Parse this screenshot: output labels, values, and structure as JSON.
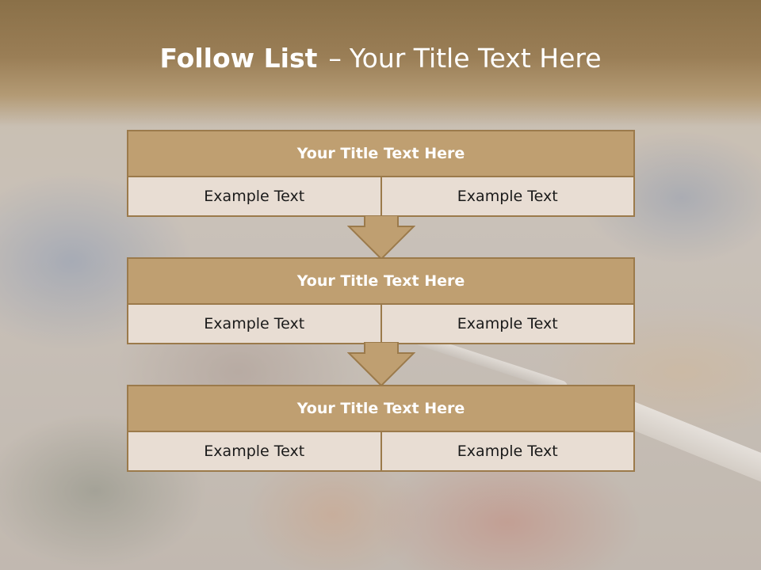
{
  "slide": {
    "title_bold": "Follow List",
    "title_dash": "–",
    "title_rest": "Your Title Text Here"
  },
  "blocks": [
    {
      "title": "Your Title Text Here",
      "left": "Example Text",
      "right": "Example Text"
    },
    {
      "title": "Your Title Text Here",
      "left": "Example Text",
      "right": "Example Text"
    },
    {
      "title": "Your Title Text Here",
      "left": "Example Text",
      "right": "Example Text"
    }
  ],
  "colors": {
    "header": "#8a7048",
    "block_title": "#bf9f71",
    "block_border": "#9b7a4b",
    "cell": "#e8ddd3",
    "arrow": "#bf9f71"
  }
}
